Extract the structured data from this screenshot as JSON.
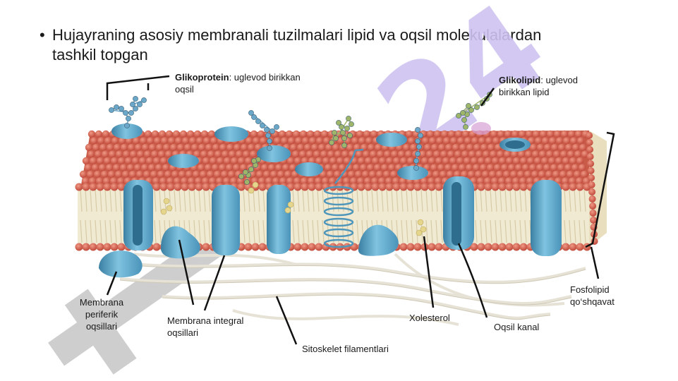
{
  "slide": {
    "bullet_text": "Hujayraning asosiy membranali tuzilmalari lipid va oqsil molekulalardan tashkil topgan"
  },
  "labels": {
    "glikoprotein_bold": "Glikoprotein",
    "glikoprotein_rest": ": uglevod birikkan oqsil",
    "glikolipid_bold": "Glikolipid",
    "glikolipid_rest": ": uglevod birikkan lipid",
    "periferik": "Membrana periferik oqsillari",
    "integral": "Membrana integral oqsillari",
    "sitoskelet": "Sitoskelet filamentlari",
    "xolesterol": "Xolesterol",
    "oqsil_kanal": "Oqsil kanal",
    "fosfolipid": "Fosfolipid qo‘shqavat"
  },
  "colors": {
    "lipid_head": "#d2604d",
    "lipid_tail": "#e8dfc2",
    "protein": "#5ea9cc",
    "protein_dark": "#3b7fa3",
    "carb_blue": "#6aa7c9",
    "carb_green": "#9fb56a",
    "cholesterol": "#e6d58c",
    "filament": "#e9e6dc",
    "watermark": "#bfb4ea"
  }
}
